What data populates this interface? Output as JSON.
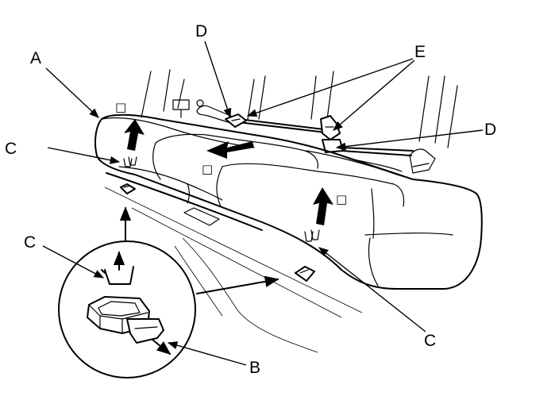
{
  "labels": {
    "A": "A",
    "B": "B",
    "C_left": "C",
    "C_inset": "C",
    "C_bottom": "C",
    "D_top": "D",
    "D_right": "D",
    "E": "E"
  },
  "step_marks": {
    "lift_left": "□",
    "slide_center": "□",
    "lift_right": "□"
  }
}
